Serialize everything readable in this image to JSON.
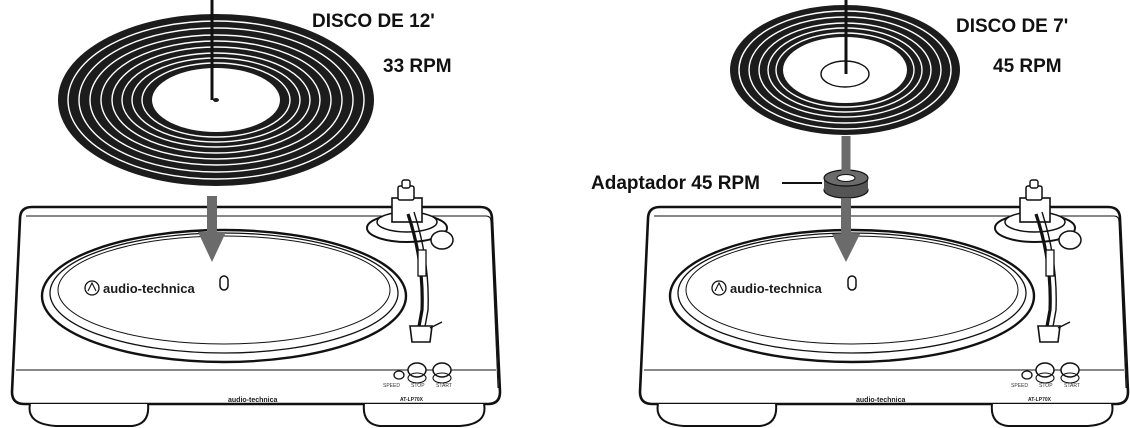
{
  "left_panel": {
    "record_label": "DISCO DE 12'",
    "speed_label": "33 RPM"
  },
  "right_panel": {
    "record_label": "DISCO DE 7'",
    "speed_label": "45 RPM",
    "adapter_label": "Adaptador 45 RPM"
  },
  "turntable": {
    "brand": "audio-technica",
    "model": "AT-LP70X",
    "speed_button_label": "SPEED",
    "stop_button_label": "STOP",
    "start_button_label": "START"
  },
  "colors": {
    "record": "#1c1c1c",
    "arrow": "#6b6b6b",
    "line": "#111111"
  },
  "icons": [
    "arrow-down-icon",
    "audio-technica-logo-icon"
  ]
}
